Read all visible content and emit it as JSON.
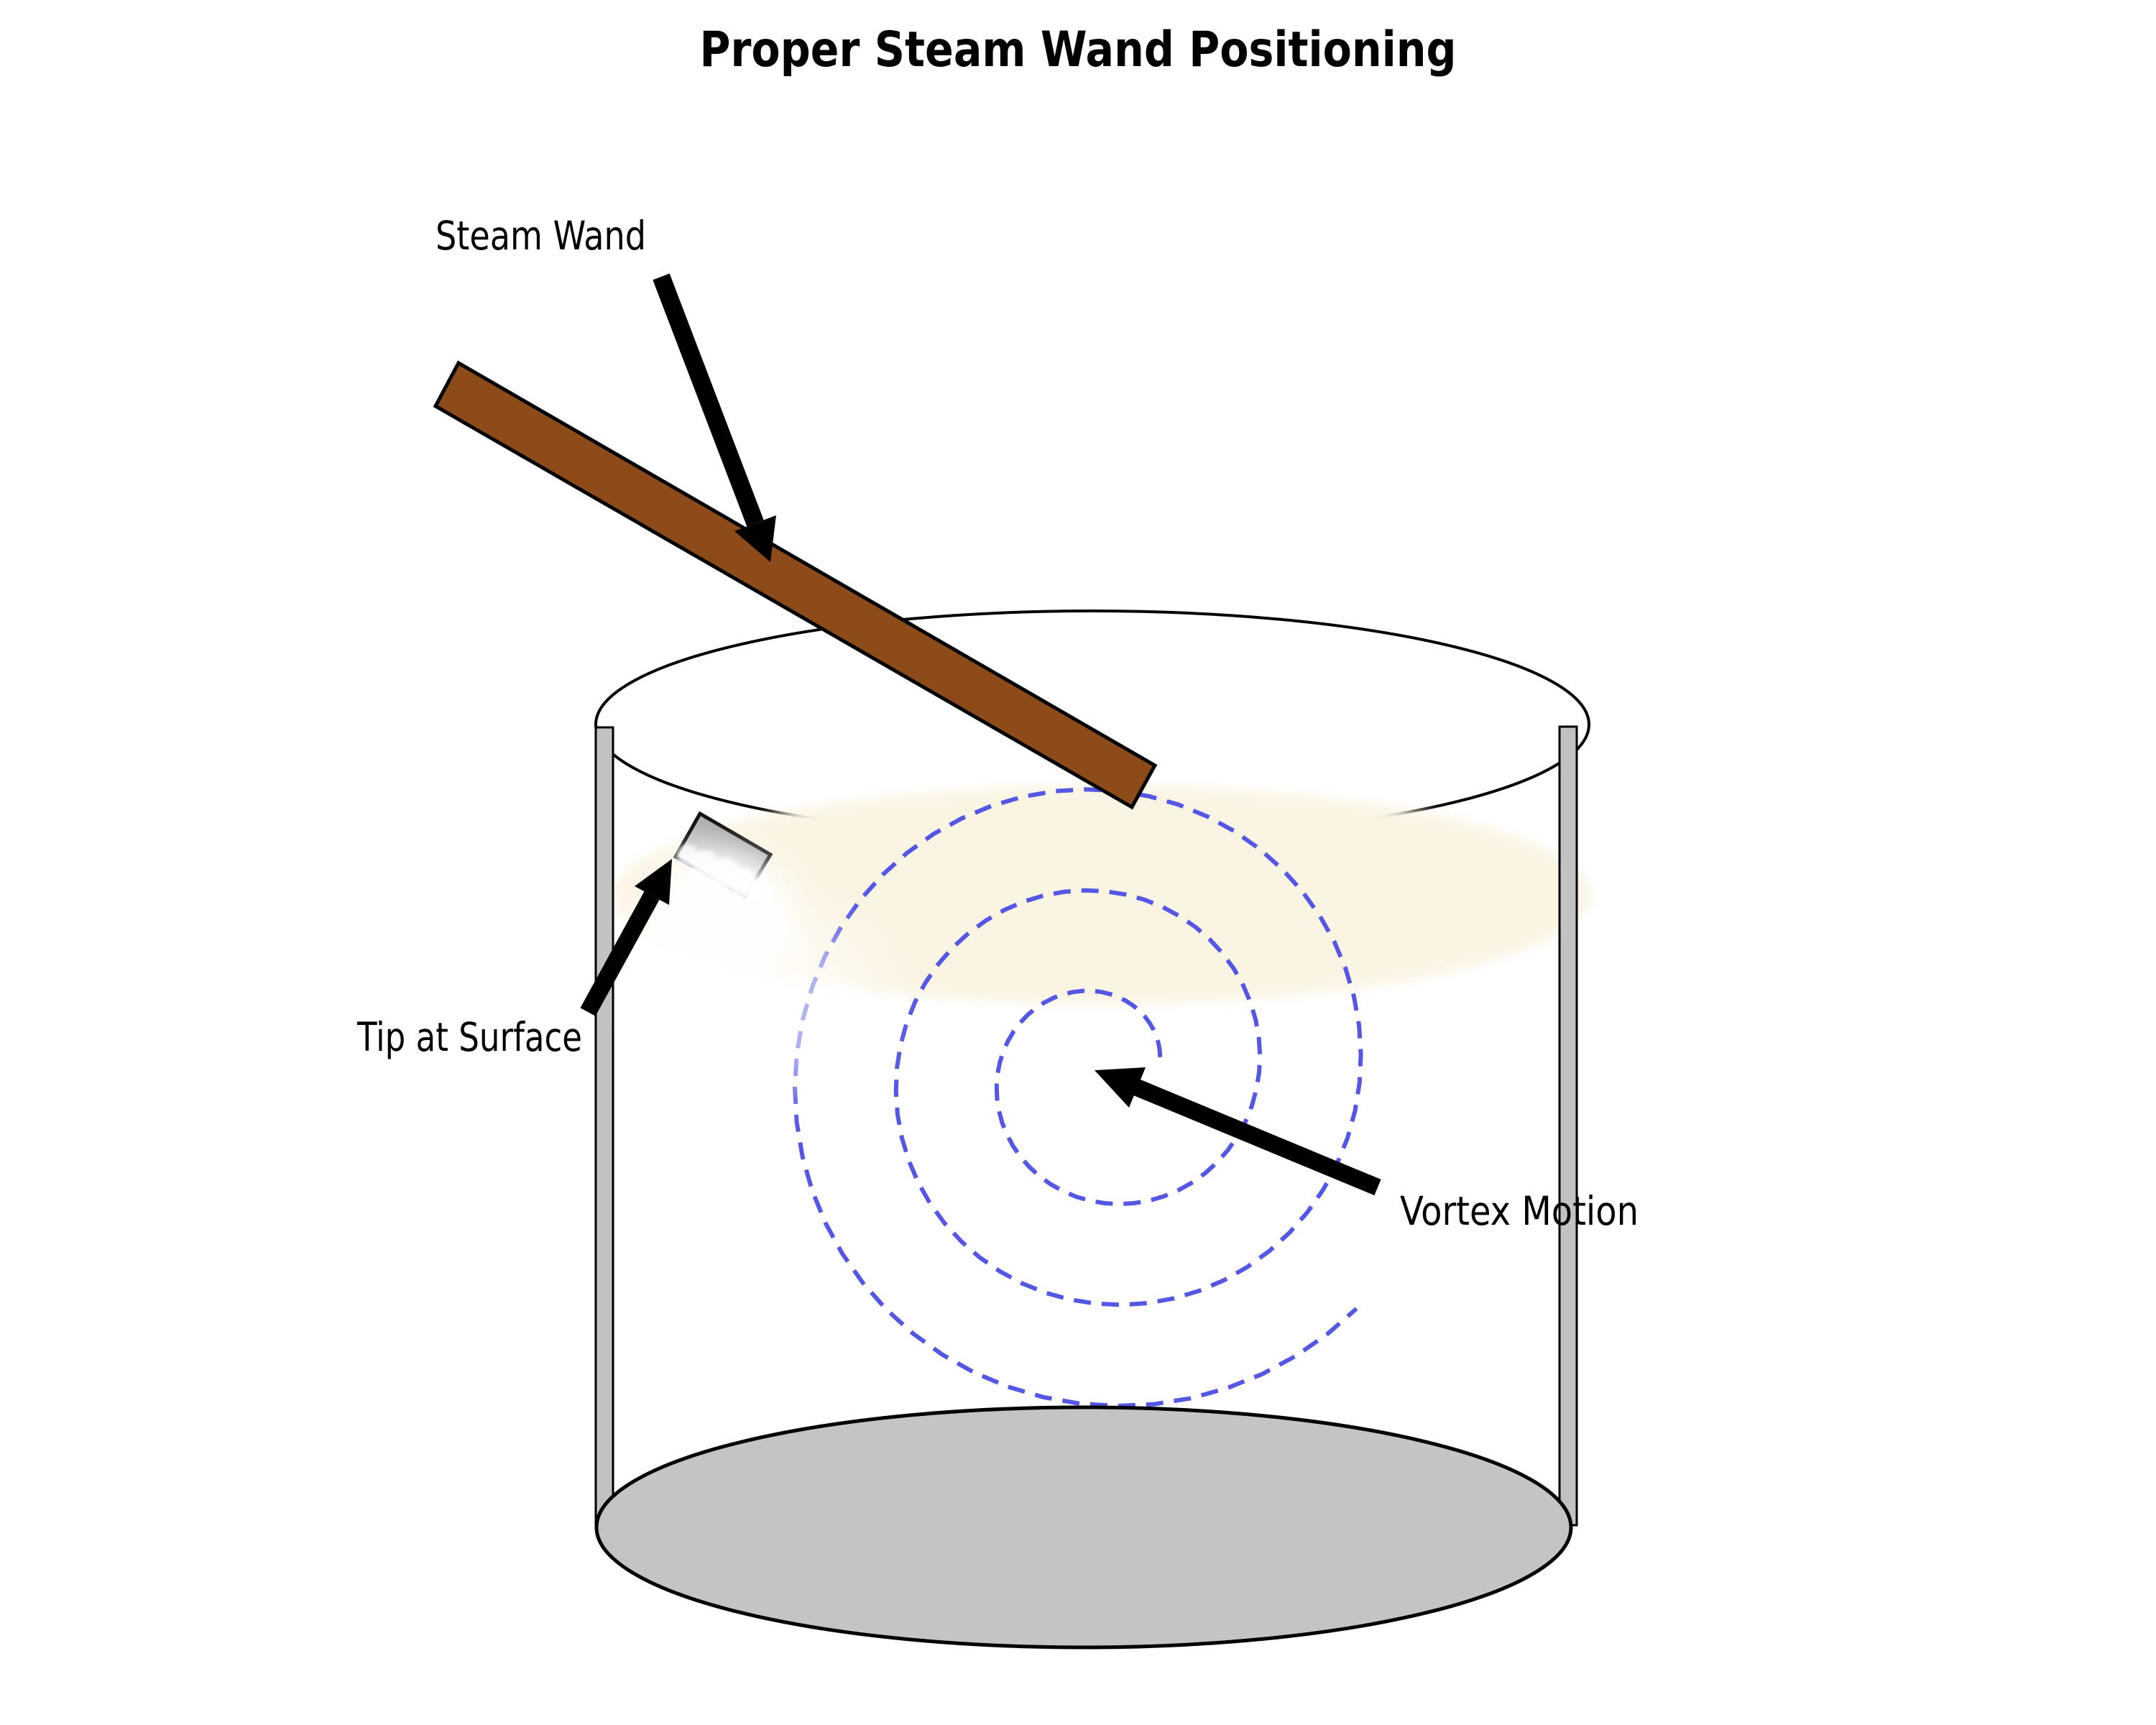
{
  "title": "Proper Steam Wand Positioning",
  "labels": {
    "steam_wand": "Steam Wand",
    "tip_at_surface": "Tip at Surface",
    "vortex_motion": "Vortex Motion"
  },
  "colors": {
    "background": "#FFFFFF",
    "outline": "#000000",
    "steam_wand_brown": "#8C4B18",
    "milk_surface_cream": "#FAF4E3",
    "vortex_blue": "#5457E4",
    "pitcher_wall_gray": "#C2C2C2",
    "pitcher_base_gray": "#C4C4C4",
    "wand_tip_gray": "#ADADAD",
    "foam_white": "#FFFFFF"
  }
}
